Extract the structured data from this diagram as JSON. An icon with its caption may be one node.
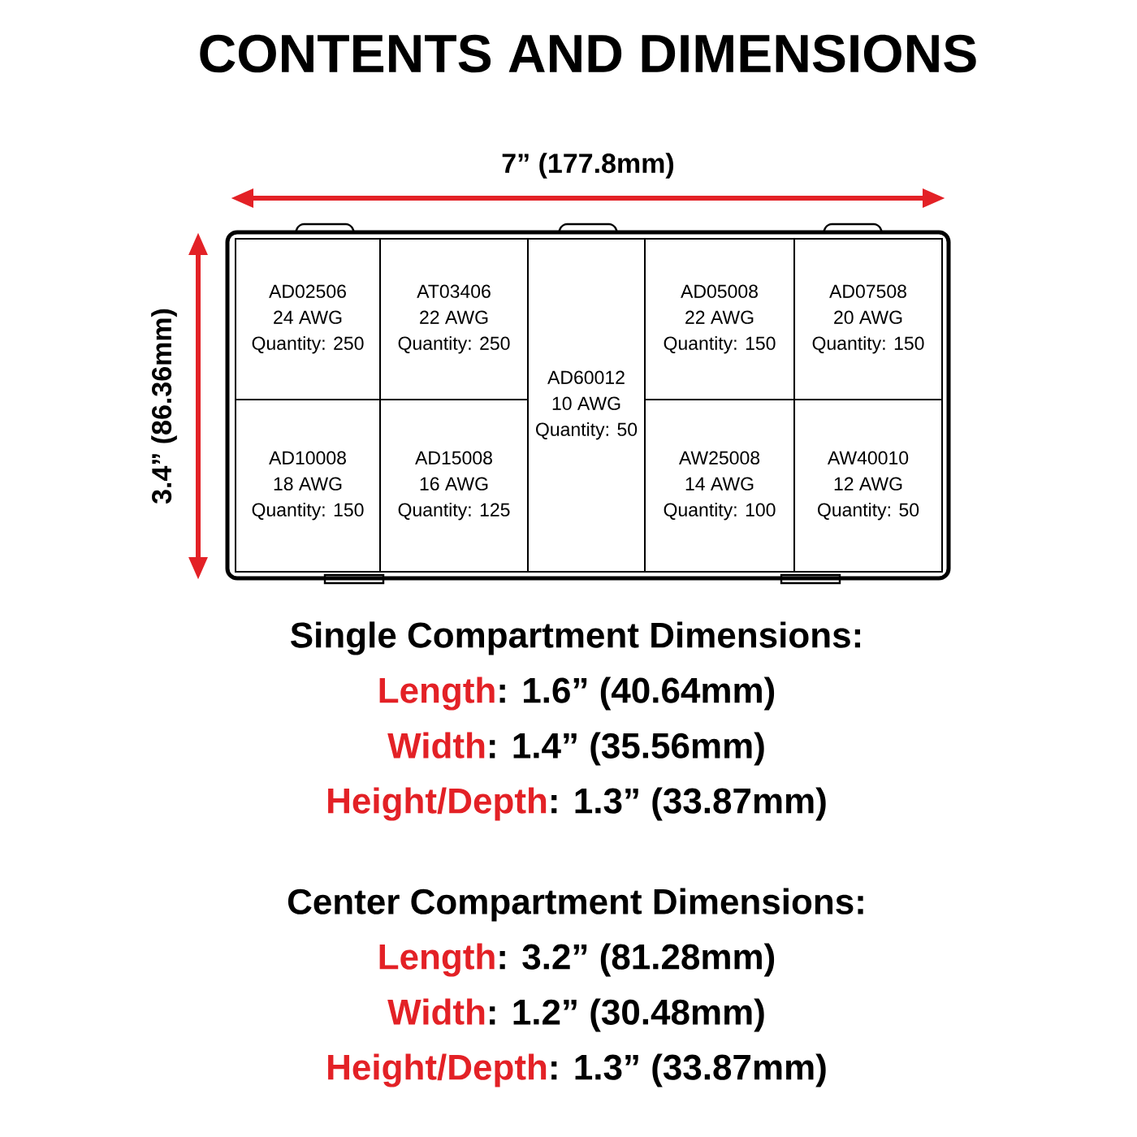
{
  "diagram": {
    "title": "CONTENTS AND DIMENSIONS",
    "nodes": [
      {
        "text": [],
        "shape": "box"
      },
      {
        "text": [
          "AD02506",
          "24 AWG",
          "Quantity: 250"
        ],
        "in": 0
      },
      {
        "text": [
          "AT03406",
          "22 AWG",
          "Quantity: 250"
        ],
        "in": 0
      },
      {
        "text": [
          "AD60012",
          "10 AWG",
          "Quantity: 50"
        ],
        "in": 0
      },
      {
        "text": [
          "AD05008",
          "22 AWG",
          "Quantity: 150"
        ],
        "in": 0
      },
      {
        "text": [
          "AD07508",
          "20 AWG",
          "Quantity: 150"
        ],
        "in": 0
      },
      {
        "text": [
          "AD10008",
          "18 AWG",
          "Quantity: 150"
        ],
        "in": 0
      },
      {
        "text": [
          "AD15008",
          "16 AWG",
          "Quantity: 125"
        ],
        "in": 0
      },
      {
        "text": [
          "AW25008",
          "14 AWG",
          "Quantity: 100"
        ],
        "in": 0
      },
      {
        "text": [
          "AW40010",
          "12 AWG",
          "Quantity: 50"
        ],
        "in": 0
      }
    ],
    "labels": [
      "7” (177.8mm)",
      "3.4” (86.36mm)",
      "Single Compartment Dimensions:",
      "Length",
      ": 1.6” (40.64mm)",
      "Width",
      ": 1.4” (35.56mm)",
      "Height/Depth",
      ": 1.3” (33.87mm)",
      "Center Compartment Dimensions:",
      "Length",
      ": 3.2” (81.28mm)",
      "Width",
      ": 1.2” (30.48mm)",
      "Height/Depth",
      ": 1.3” (33.87mm)"
    ]
  }
}
